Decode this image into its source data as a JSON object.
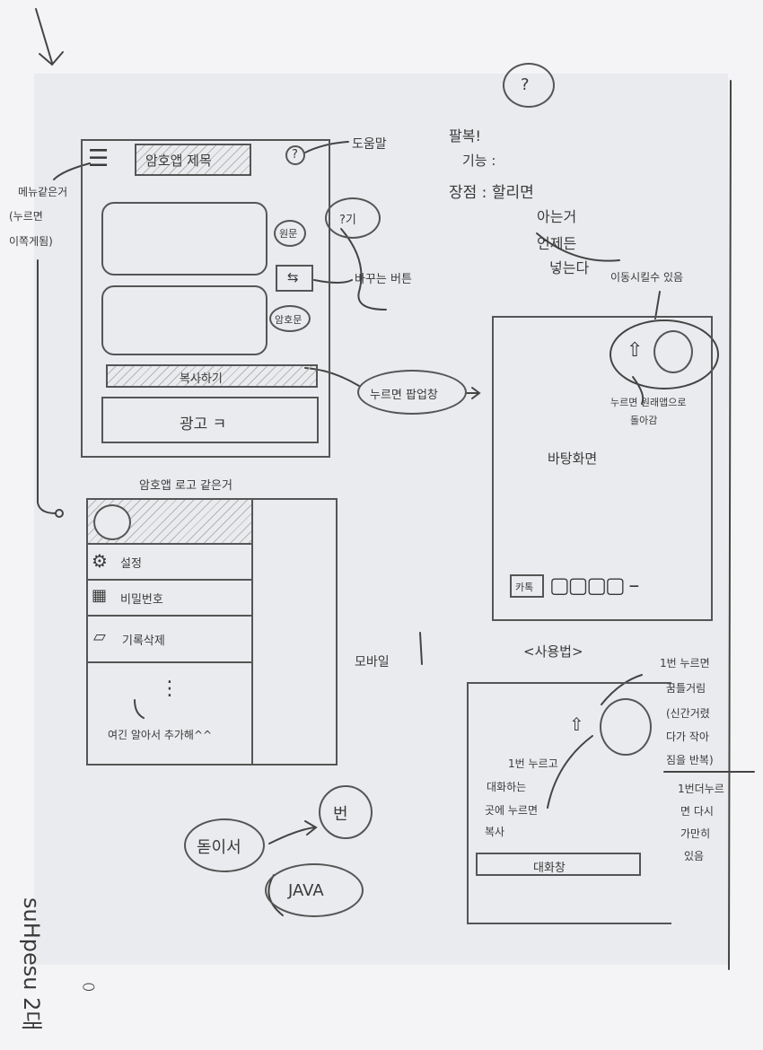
{
  "sketch1": {
    "title": "암호앱 제목",
    "help": "?",
    "help_note": "도움말",
    "menu_note_1": "메뉴같은거",
    "menu_note_2": "(누르면",
    "menu_note_3": "이쪽게됨)",
    "btn_original": "원문",
    "btn_swap": "⇆",
    "btn_cipher": "암호문",
    "copy": "복사하기",
    "ad": "광고 ㅋ",
    "swap_note": "바꾸는 버튼",
    "bubble_top": "?기",
    "popup_note": "누르면 팝업창"
  },
  "notes": {
    "n1": "팔복!",
    "n2": "기능 :",
    "n3": "장점 : 할리면",
    "n4": "아는거",
    "n5": "언제든",
    "n6": "넣는다",
    "circle_top": "?",
    "mobile": "모바일",
    "connect": "돋이서",
    "result": "번",
    "java": "JAVA",
    "vertical": "suHpesu 2대"
  },
  "sketch2": {
    "logo_note": "암호앱 로고 같은거",
    "items": [
      {
        "label": "설정"
      },
      {
        "label": "비밀번호"
      },
      {
        "label": "기록삭제"
      }
    ],
    "ellipsis": "⋮",
    "footer": "여긴 알아서 추가해^^"
  },
  "sketch3": {
    "movable": "이동시킬수 있음",
    "back_note_1": "누르면 원래앱으로",
    "back_note_2": "돌아감",
    "home": "바탕화면",
    "talk": "카톡"
  },
  "sketch4": {
    "usage": "<사용법>",
    "step_a": "1번 누르면",
    "step_b": "꿈틀거림",
    "step_c": "(신간거렸",
    "step_d": "다가 작아",
    "step_e": "짐을 반복)",
    "step_f": "1번더누르",
    "step_g": "면 다시",
    "step_h": "가만히",
    "step_i": "있음",
    "inner_1": "1번 누르고",
    "inner_2": "대화하는",
    "inner_3": "곳에 누르면",
    "inner_4": "복사",
    "chat": "대화창"
  }
}
